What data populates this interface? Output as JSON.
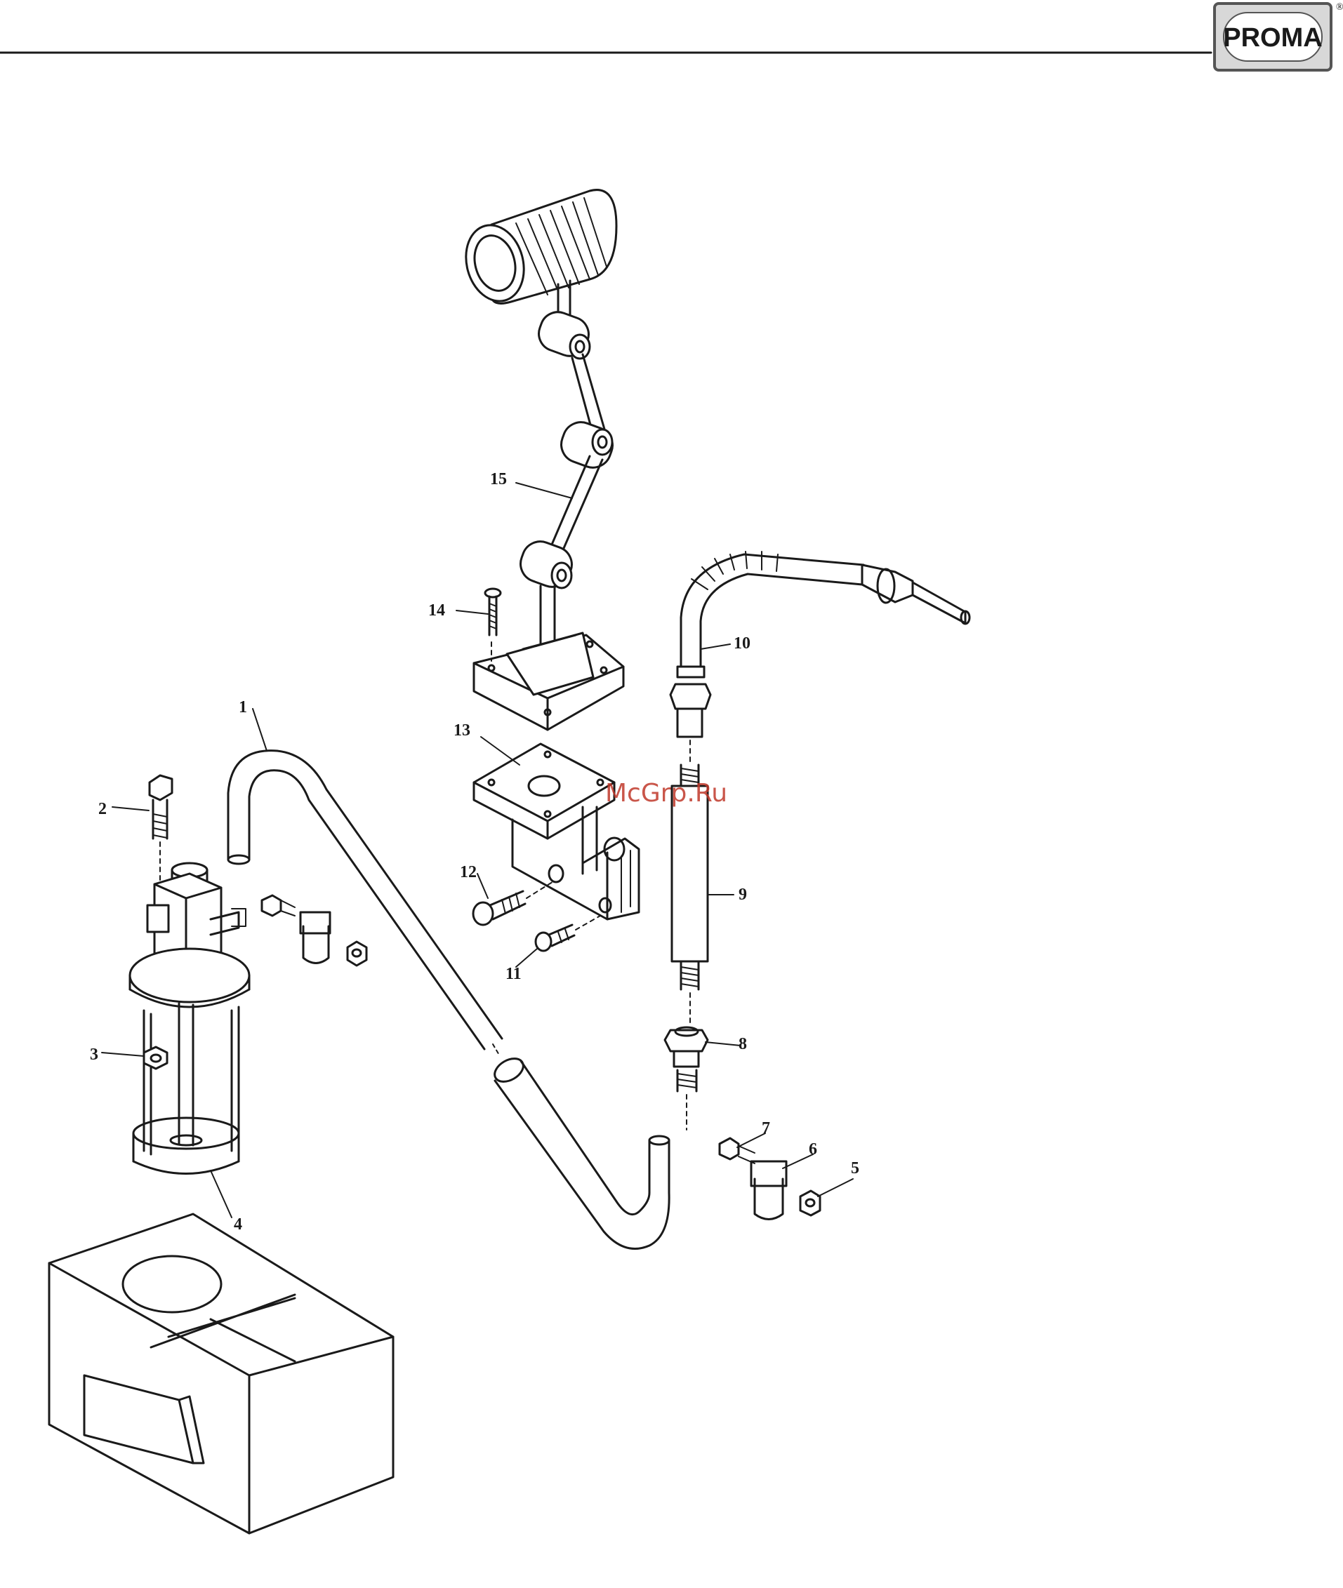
{
  "logo": {
    "text": "PROMA",
    "registered": "®"
  },
  "watermark": "McGrp.Ru",
  "callouts": [
    "1",
    "2",
    "3",
    "4",
    "5",
    "6",
    "7",
    "8",
    "9",
    "10",
    "11",
    "12",
    "13",
    "14",
    "15"
  ],
  "colors": {
    "ink": "#1a1a1a",
    "watermark": "#c0392b",
    "logo_border": "#555555",
    "logo_bg": "#d8d8d8"
  }
}
